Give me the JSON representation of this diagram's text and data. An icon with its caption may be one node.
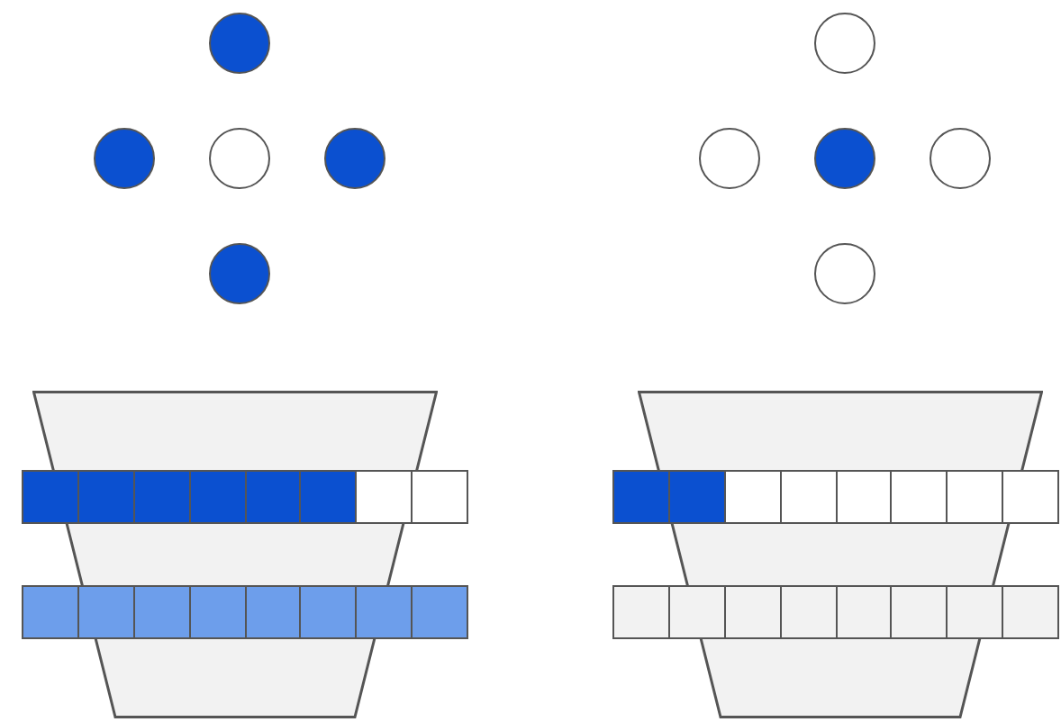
{
  "diagram": {
    "nodes": [
      {
        "text": [],
        "shape": "circle"
      },
      {
        "text": [],
        "shape": "circle"
      },
      {
        "text": [],
        "shape": "circle"
      },
      {
        "text": [],
        "shape": "circle"
      },
      {
        "text": [],
        "shape": "circle"
      },
      {
        "text": [],
        "shape": "trapezoid"
      },
      {
        "text": [],
        "shape": "bar"
      },
      {
        "text": [],
        "shape": "bar"
      },
      {
        "text": [],
        "shape": "circle"
      },
      {
        "text": [],
        "shape": "circle"
      },
      {
        "text": [],
        "shape": "circle"
      },
      {
        "text": [],
        "shape": "circle"
      },
      {
        "text": [],
        "shape": "circle"
      },
      {
        "text": [],
        "shape": "trapezoid"
      },
      {
        "text": [],
        "shape": "bar"
      },
      {
        "text": [],
        "shape": "bar"
      }
    ]
  }
}
